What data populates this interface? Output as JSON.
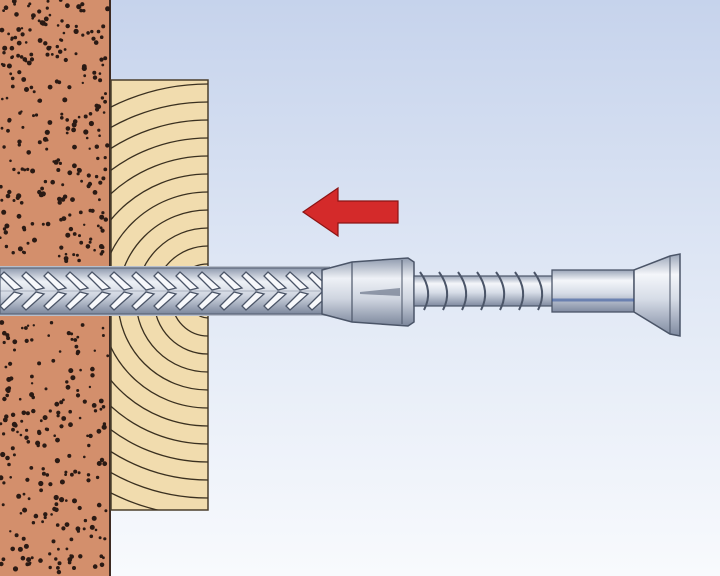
{
  "diagram": {
    "parts": [
      {
        "id": "masonry-wall",
        "icon": "brick-wall-texture"
      },
      {
        "id": "wood-batten",
        "icon": "wood-grain"
      },
      {
        "id": "nylon-plug-expansion",
        "icon": "expansion-sleeve"
      },
      {
        "id": "plug-collar",
        "icon": "collar"
      },
      {
        "id": "screw-thread",
        "icon": "screw"
      },
      {
        "id": "screw-head",
        "icon": "countersunk-head"
      },
      {
        "id": "insertion-arrow",
        "icon": "arrow-left-icon"
      }
    ],
    "colors": {
      "background_top": "#c9d6ee",
      "background_bottom": "#f7f9fd",
      "wall": "#d38f6c",
      "wall_dots": "#2a1a14",
      "wood": "#f1dcae",
      "wood_grain": "#3a3020",
      "metal": "#dde3ee",
      "metal_shadow": "#8c97ab",
      "arrow": "#d42a2a"
    }
  }
}
